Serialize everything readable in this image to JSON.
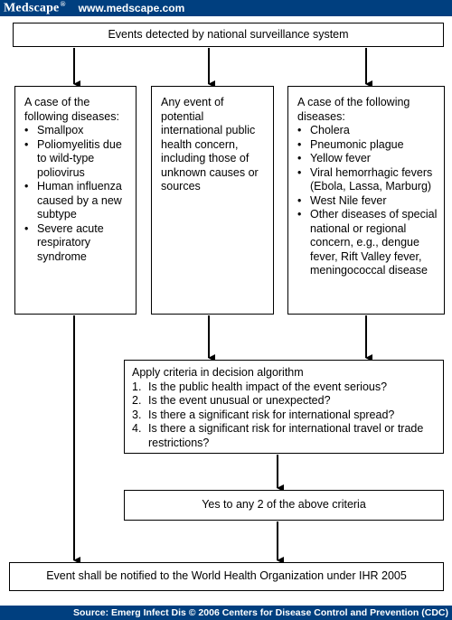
{
  "header": {
    "brand": "Medscape",
    "brand_mark": "®",
    "site_url": "www.medscape.com"
  },
  "top_box": "Events detected by national surveillance system",
  "left_box": {
    "intro": "A case of the following diseases:",
    "items": [
      "Smallpox",
      "Poliomyelitis due to wild-type poliovirus",
      "Human influenza caused by a new subtype",
      "Severe acute respiratory syndrome"
    ]
  },
  "middle_box": "Any event of potential international public health concern, including those of unknown causes or sources",
  "right_box": {
    "intro": "A case of the following diseases:",
    "items": [
      "Cholera",
      "Pneumonic plague",
      "Yellow fever",
      "Viral hemorrhagic fevers (Ebola, Lassa, Marburg)",
      "West Nile fever",
      "Other diseases of special national or regional concern, e.g., dengue fever, Rift Valley fever, meningococcal disease"
    ]
  },
  "criteria_box": {
    "title": "Apply criteria in decision algorithm",
    "items": [
      "Is the public health impact of the event serious?",
      "Is the event unusual or unexpected?",
      "Is there a significant risk for international spread?",
      "Is there a significant risk for international travel or trade restrictions?"
    ]
  },
  "yes_box": "Yes to any 2 of the above criteria",
  "final_box": "Event shall be notified to the World Health Organization under IHR 2005",
  "footer": "Source: Emerg Infect Dis © 2006 Centers for Disease Control and Prevention (CDC)",
  "colors": {
    "banner": "#003f7f",
    "line": "#000000"
  }
}
